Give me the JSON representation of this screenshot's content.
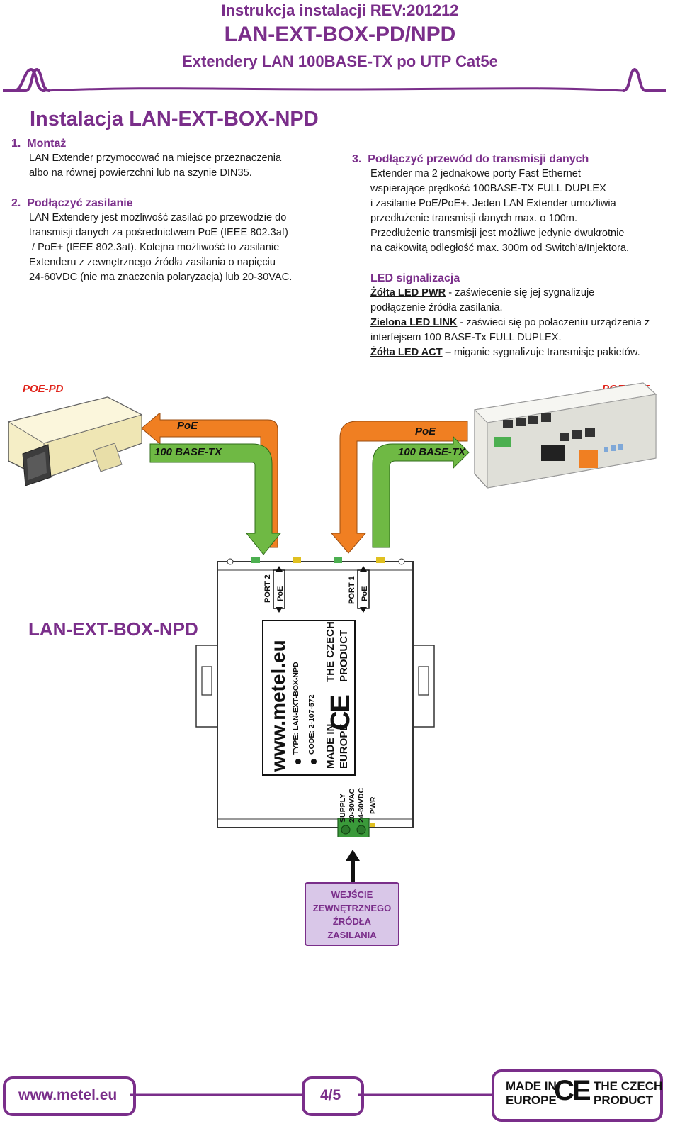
{
  "header": {
    "line1": "Instrukcja instalacji REV:201212",
    "line2": "LAN-EXT-BOX-PD/NPD",
    "line3": "Extendery LAN 100BASE-TX po UTP Cat5e"
  },
  "section_title": "Instalacja LAN-EXT-BOX-NPD",
  "step1": {
    "num": "1.",
    "title": "Montaż",
    "lines": [
      "LAN Extender przymocować na miejsce przeznaczenia",
      "albo na równej powierzchni lub na szynie DIN35."
    ]
  },
  "step2": {
    "num": "2.",
    "title": "Podłączyć zasilanie",
    "lines": [
      "LAN Extendery jest możliwość zasilać po przewodzie do",
      "transmisji danych za pośrednictwem PoE (IEEE 802.3af)",
      " / PoE+ (IEEE 802.3at). Kolejna możliwość to zasilanie",
      "Extenderu z zewnętrznego źródła zasilania o napięciu",
      "24-60VDC (nie ma znaczenia polaryzacja) lub 20-30VAC."
    ]
  },
  "step3": {
    "num": "3.",
    "title": "Podłączyć przewód do transmisji danych",
    "lines": [
      "Extender ma 2 jednakowe porty Fast Ethernet",
      "wspierające prędkość 100BASE-TX FULL DUPLEX",
      "i zasilanie PoE/PoE+. Jeden LAN Extender umożliwia",
      "przedłużenie transmisji danych max. o 100m.",
      "Przedłużenie transmisji jest możliwe jedynie dwukrotnie",
      "na całkowitą odległość max. 300m od Switch’a/Injektora."
    ]
  },
  "led": {
    "title": "LED signalizacja",
    "items": [
      {
        "name": "Żółta LED PWR",
        "text": " - zaświecenie się jej sygnalizuje",
        "cont": "podłączenie źródła zasilania."
      },
      {
        "name": "Zielona LED LINK",
        "text": " - zaświeci się po połaczeniu urządzenia z",
        "cont": "interfejsem 100 BASE-Tx FULL DUPLEX."
      },
      {
        "name": "Żółta LED ACT",
        "text": " – miganie sygnalizuje transmisję pakietów.",
        "cont": ""
      }
    ]
  },
  "diagram": {
    "left_label": "POE-PD",
    "right_label": "POE-PSE",
    "poe": "PoE",
    "base_tx": "100 BASE-TX",
    "device_name": "LAN-EXT-BOX-NPD",
    "port2": "PORT 2",
    "port1": "PORT 1",
    "poe_box": "PoE",
    "brand": "www.metel.eu",
    "type": "TYPE:  LAN-EXT-BOX-NPD",
    "code": "CODE: 2-107-572",
    "made_in": "MADE IN",
    "europe": "EUROPE",
    "czech1": "THE CZECH",
    "czech2": "PRODUCT",
    "ce": "CE",
    "supply": "SUPPLY",
    "supply_ac": "20-30VAC",
    "supply_dc": "24-60VDC",
    "pwr": "PWR",
    "power_input": [
      "WEJŚCIE",
      "ZEWNĘTRZNEGO",
      "ŹRÓDŁA",
      "ZASILANIA"
    ]
  },
  "footer": {
    "site": "www.metel.eu",
    "page": "4/5",
    "made_in": "MADE IN",
    "europe": "EUROPE",
    "ce": "CE",
    "czech1": "THE CZECH",
    "czech2": "PRODUCT"
  },
  "colors": {
    "purple": "#7a2e8a",
    "red": "#e0241b",
    "orange": "#f07f22",
    "green": "#6fb944",
    "lilac": "#d9c7e8"
  }
}
